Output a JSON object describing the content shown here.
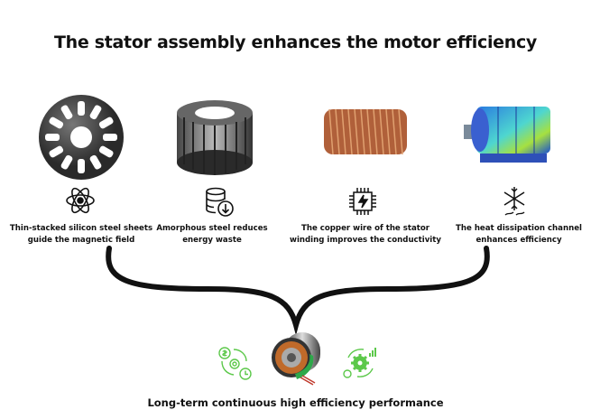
{
  "title": "The stator assembly enhances the motor efficiency",
  "features": [
    {
      "caption": "Thin-stacked silicon steel sheets guide the magnetic field",
      "icon": "atom-icon"
    },
    {
      "caption": "Amorphous steel reduces energy waste",
      "icon": "database-download-icon"
    },
    {
      "caption": "The copper wire of the stator winding improves the conductivity",
      "icon": "chip-lightning-icon"
    },
    {
      "caption": "The heat dissipation channel enhances efficiency",
      "icon": "snowflake-heat-icon"
    }
  ],
  "result": "Long-term continuous high efficiency performance",
  "colors": {
    "accent_green": "#5cc84a",
    "text": "#111111"
  }
}
